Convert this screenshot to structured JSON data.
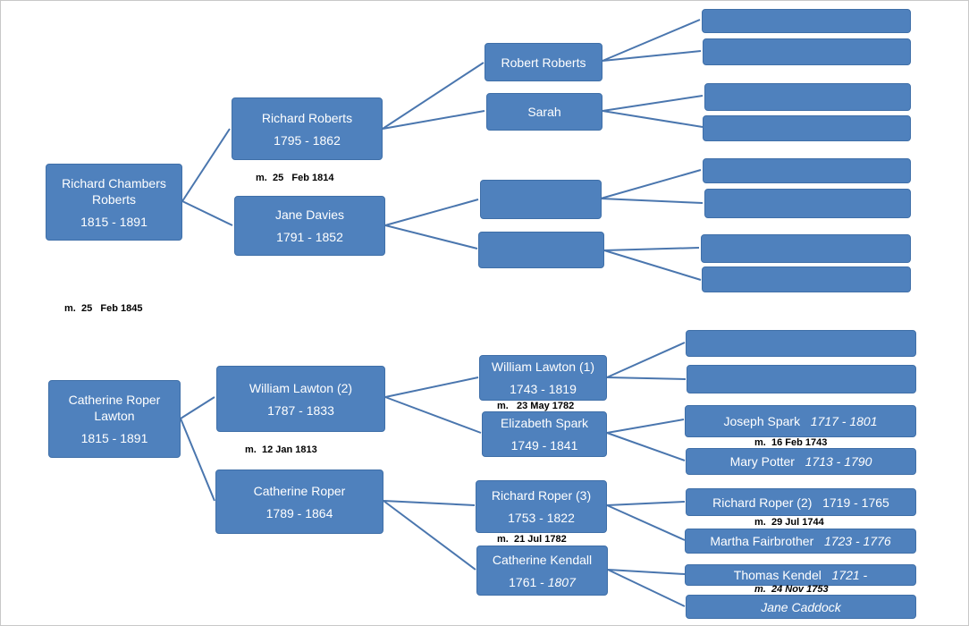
{
  "colors": {
    "box_fill": "#4f81bd",
    "box_text": "#ffffff",
    "line": "#4a76ae"
  },
  "people": {
    "p0": {
      "name": "Richard Chambers Roberts",
      "dates": "1815 - 1891"
    },
    "p1": {
      "name": "Richard Roberts",
      "dates": "1795 - 1862"
    },
    "p2": {
      "name": "Jane Davies",
      "dates": "1791 - 1852"
    },
    "p3": {
      "name": "Robert Roberts"
    },
    "p4": {
      "name": "Sarah"
    },
    "q0": {
      "name": "Catherine Roper Lawton",
      "dates": "1815 - 1891"
    },
    "q1": {
      "name": "William Lawton (2)",
      "dates": "1787 - 1833"
    },
    "q2": {
      "name": "Catherine Roper",
      "dates": "1789 - 1864"
    },
    "q3": {
      "name": "William Lawton (1)",
      "dates": "1743 - 1819"
    },
    "q4": {
      "name": "Elizabeth Spark",
      "dates": "1749 - 1841"
    },
    "q5": {
      "name": "Richard Roper (3)",
      "dates": "1753 - 1822"
    },
    "q6": {
      "name": "Catherine Kendall",
      "dates_start": "1761 - ",
      "dates_end": "1807"
    },
    "g1": {
      "name": "Joseph Spark",
      "dates": "1717 - 1801"
    },
    "g2": {
      "name": "Mary Potter",
      "dates": "1713 - 1790"
    },
    "g3": {
      "name": "Richard Roper (2)",
      "dates": "1719 - 1765"
    },
    "g4": {
      "name": "Martha Fairbrother",
      "dates": "1723 - 1776"
    },
    "g5": {
      "name": "Thomas Kendel",
      "dates": "1721 -"
    },
    "g6": {
      "name": "Jane Caddock"
    }
  },
  "marriages": {
    "m1": {
      "prefix": "m.",
      "date": "25   Feb 1845"
    },
    "m2": {
      "prefix": "m.",
      "date": "25   Feb 1814"
    },
    "m3": {
      "prefix": "m.",
      "date": "12 Jan 1813"
    },
    "m4": {
      "prefix": "m.",
      "date": "23 May 1782"
    },
    "m5": {
      "prefix": "m.",
      "date": "21 Jul 1782"
    },
    "m6": {
      "prefix": "m.",
      "date": "16 Feb 1743"
    },
    "m7": {
      "prefix": "m.",
      "date": "29 Jul 1744"
    },
    "m8": {
      "prefix": "m.",
      "date": "24 Nov 1753"
    }
  }
}
